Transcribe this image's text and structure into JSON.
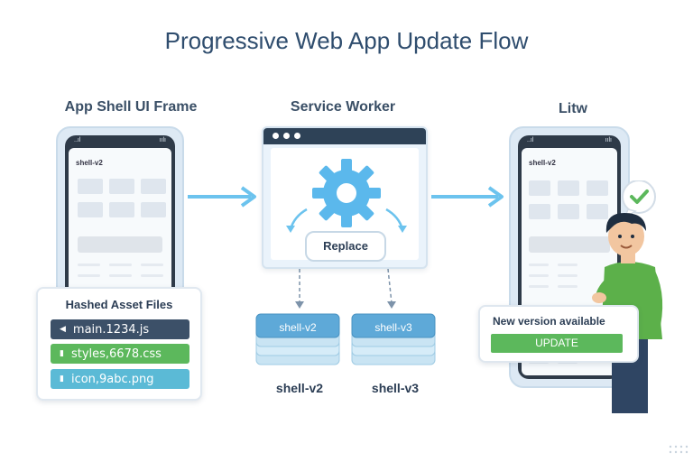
{
  "title": "Progressive Web App Update Flow",
  "columns": {
    "left": "App Shell UI Frame",
    "middle": "Service Worker",
    "right": "Litw"
  },
  "phone_left": {
    "shell_label": "shell-v2",
    "status_left": "..ıl",
    "status_right": "ıılı"
  },
  "phone_right": {
    "shell_label": "shell-v2",
    "status_left": "..ıl",
    "status_right": "ıılı"
  },
  "assets": {
    "title": "Hashed Asset Files",
    "files": [
      {
        "name": "main.1234.js",
        "color": "#3c5068"
      },
      {
        "name": "styles,6678.css",
        "color": "#5cb85c"
      },
      {
        "name": "icon,9abc.png",
        "color": "#5bbad6"
      }
    ]
  },
  "service_worker": {
    "button": "Replace"
  },
  "stacks": [
    {
      "top_label": "shell-v2",
      "label": "shell-v2"
    },
    {
      "top_label": "shell-v3",
      "label": "shell-v3"
    }
  ],
  "notification": {
    "text": "New version available",
    "button": "UPDATE"
  },
  "colors": {
    "accent_blue": "#5bb8e8",
    "gear": "#5bb8ec",
    "green": "#5cb85c",
    "navy": "#2e4257"
  },
  "icons": [
    "gear-icon",
    "check-icon",
    "person-illustration",
    "arrow-right-icon",
    "file-icon"
  ]
}
